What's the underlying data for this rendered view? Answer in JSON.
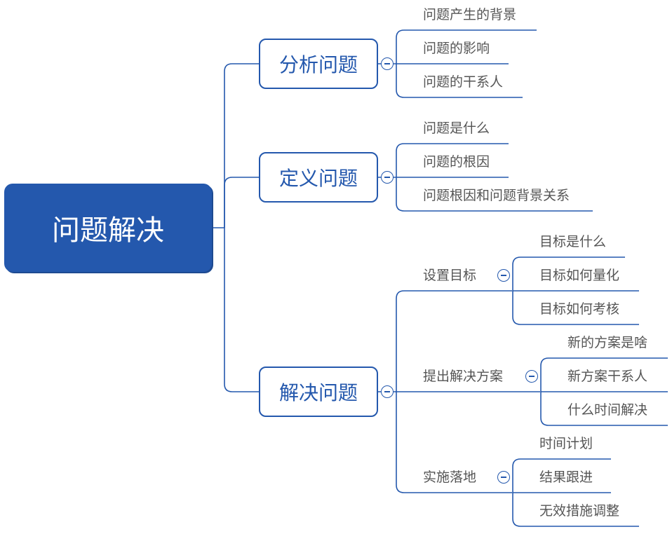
{
  "colors": {
    "primary": "#2458ad",
    "leaf_text": "#555555",
    "background": "#ffffff"
  },
  "root": {
    "label": "问题解决"
  },
  "branches": [
    {
      "label": "分析问题",
      "children": [
        "问题产生的背景",
        "问题的影响",
        "问题的干系人"
      ]
    },
    {
      "label": "定义问题",
      "children": [
        "问题是什么",
        "问题的根因",
        "问题根因和问题背景关系"
      ]
    },
    {
      "label": "解决问题",
      "subtopics": [
        {
          "label": "设置目标",
          "children": [
            "目标是什么",
            "目标如何量化",
            "目标如何考核"
          ]
        },
        {
          "label": "提出解决方案",
          "children": [
            "新的方案是啥",
            "新方案干系人",
            "什么时间解决"
          ]
        },
        {
          "label": "实施落地",
          "children": [
            "时间计划",
            "结果跟进",
            "无效措施调整"
          ]
        }
      ]
    }
  ],
  "collapse_icon": "minus-circle-icon"
}
